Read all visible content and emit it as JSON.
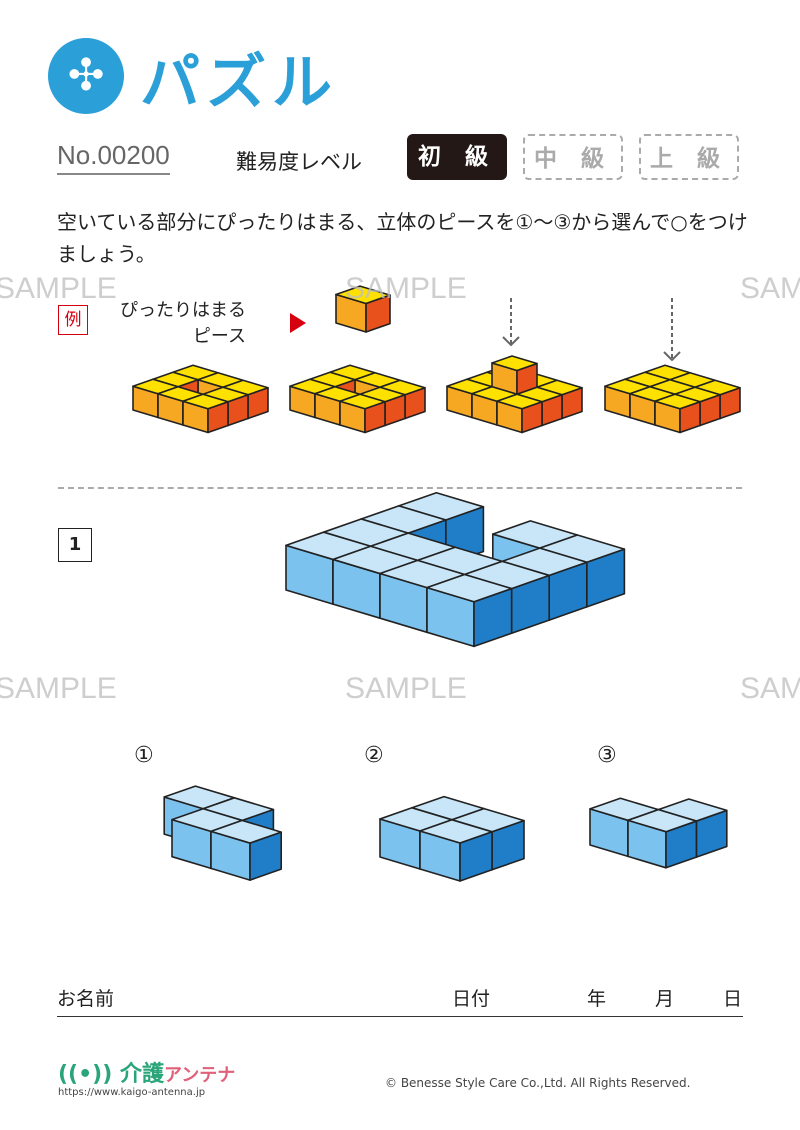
{
  "header": {
    "title": "パズル",
    "icon": "puzzle-icon",
    "number": "No.00200",
    "level_label": "難易度レベル",
    "levels": [
      "初 級",
      "中 級",
      "上 級"
    ],
    "selected_level": "初 級"
  },
  "instruction": "空いている部分にぴったりはまる、立体のピースを①～③から選んで○をつけましょう。",
  "example": {
    "badge": "例",
    "label_line1": "ぴったりはまる",
    "label_line2": "ピース"
  },
  "question": {
    "number": "1",
    "options": [
      "①",
      "②",
      "③"
    ]
  },
  "name_row": {
    "name_label": "お名前",
    "date_label": "日付",
    "year": "年",
    "month": "月",
    "day": "日"
  },
  "footer": {
    "logo_main": "介護",
    "logo_sub": "アンテナ",
    "url": "https://www.kaigo-antenna.jp",
    "copyright": "© Benesse Style Care Co.,Ltd. All Rights Reserved."
  },
  "watermark": "SAMPLE",
  "colors": {
    "accent": "#2a9fd8",
    "blue_top": "#c8e6f8",
    "blue_front": "#7cc2ee",
    "blue_right": "#1f7ec7",
    "orange_top": "#ffe100",
    "orange_front": "#f7a823",
    "orange_right": "#e8501c"
  }
}
